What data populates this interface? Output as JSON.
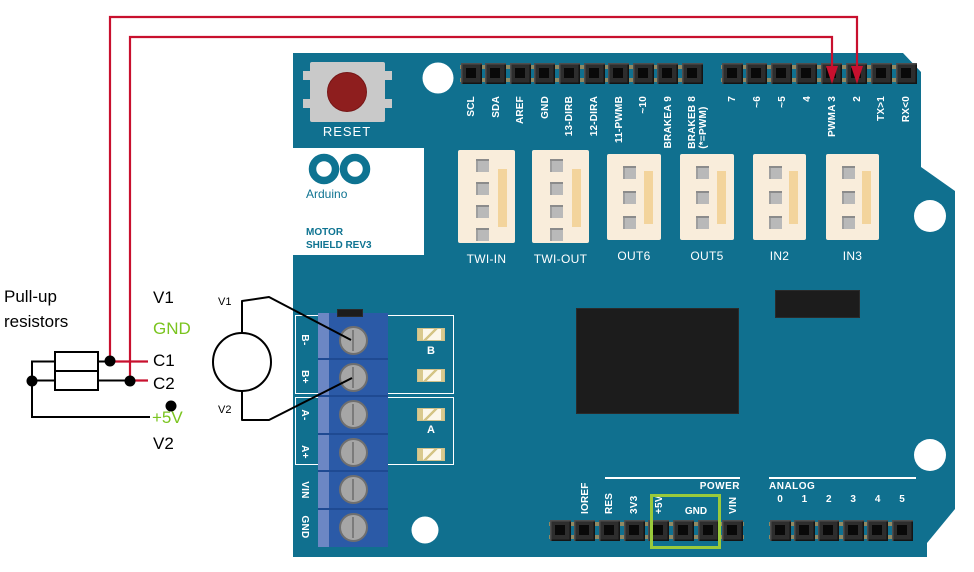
{
  "colors": {
    "board_teal": "#10708f",
    "wire_red": "#c8102e",
    "annotation_green": "#7ac41f",
    "highlight_box_green": "#9aca3b",
    "terminal_blue": "#2b5aa7",
    "connector_cream": "#f9eddb",
    "logo_teal": "#0e7391"
  },
  "annotations": {
    "pullup": {
      "line1": "Pull-up",
      "line2": "resistors"
    },
    "node_labels": [
      {
        "id": "v1",
        "text": "V1",
        "color": "black"
      },
      {
        "id": "gnd",
        "text": "GND",
        "color": "green"
      },
      {
        "id": "c1",
        "text": "C1",
        "color": "black"
      },
      {
        "id": "c2",
        "text": "C2",
        "color": "black"
      },
      {
        "id": "plus5v",
        "text": "+5V",
        "color": "green"
      },
      {
        "id": "v2",
        "text": "V2",
        "color": "black"
      }
    ],
    "motor": {
      "top_label": "V1",
      "bottom_label": "V2"
    }
  },
  "board": {
    "reset": {
      "label": "RESET"
    },
    "logo": {
      "brand": "Arduino",
      "product_line1": "MOTOR",
      "product_line2": "SHIELD REV3"
    },
    "headers": {
      "top_left": [
        "SCL",
        "SDA",
        "AREF",
        "GND",
        "13-DIRB",
        "12-DIRA",
        "11-PWMB",
        "~10",
        "BRAKEA 9",
        "BRAKEB 8\n(*=PWM)"
      ],
      "top_right": [
        "7",
        "~6",
        "~5",
        "4",
        "PWMA 3",
        "2",
        "TX>1",
        "RX<0"
      ],
      "bottom_left_vertical": [
        "",
        "IOREF",
        "RES",
        "3V3",
        "+5V",
        "",
        "",
        "VIN"
      ],
      "bottom_left_gnd": "GND",
      "power_label": "POWER",
      "analog_label": "ANALOG",
      "analog_pins": [
        "0",
        "1",
        "2",
        "3",
        "4",
        "5"
      ]
    },
    "connectors": [
      {
        "label": "TWI-IN",
        "pins": 4
      },
      {
        "label": "TWI-OUT",
        "pins": 4
      },
      {
        "label": "OUT6",
        "pins": 3
      },
      {
        "label": "OUT5",
        "pins": 3
      },
      {
        "label": "IN2",
        "pins": 3
      },
      {
        "label": "IN3",
        "pins": 3
      }
    ],
    "terminal_block": [
      "B-",
      "B+",
      "A-",
      "A+",
      "VIN",
      "GND"
    ],
    "fuse_groups": [
      "B",
      "A"
    ]
  }
}
